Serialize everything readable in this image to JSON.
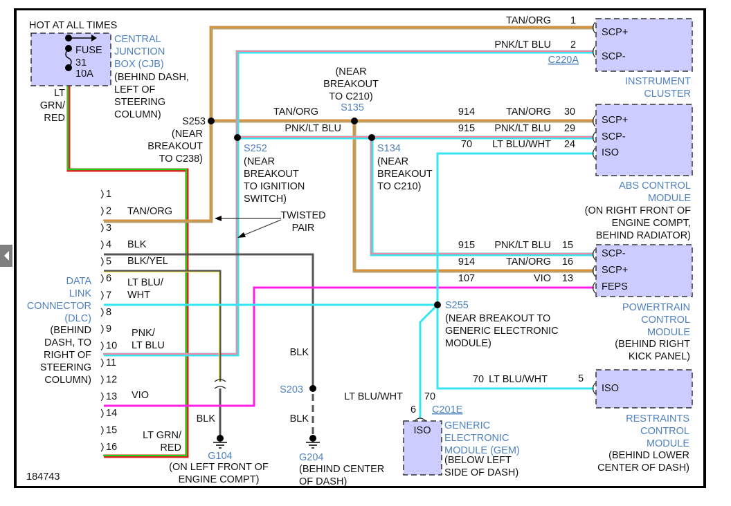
{
  "figure_id": "184743",
  "colors": {
    "tan_org": "#d9923a",
    "pnk": "#f08aa0",
    "lt_blu": "#33e6f0",
    "vio": "#ff1ee6",
    "blk": "#555555",
    "lt_grn": "#19d419",
    "red": "#dd2020",
    "yel": "#f2e640",
    "module_fill": "#ccccff",
    "label_blue": "#4f81bd"
  },
  "power": {
    "header": "HOT AT ALL TIMES",
    "fuse_label": "FUSE",
    "fuse_number": "31",
    "fuse_rating": "10A",
    "cjb_name": [
      "CENTRAL",
      "JUNCTION",
      "BOX (CJB)"
    ],
    "cjb_location": [
      "(BEHIND DASH,",
      "LEFT OF",
      "STEERING",
      "COLUMN)"
    ],
    "wire_color": [
      "LT",
      "GRN/",
      "RED"
    ]
  },
  "splices": {
    "s253": {
      "id": "S253",
      "note": [
        "(NEAR",
        "BREAKOUT",
        "TO C238)"
      ]
    },
    "s252": {
      "id": "S252",
      "note": [
        "(NEAR",
        "BREAKOUT",
        "TO IGNITION",
        "SWITCH)"
      ]
    },
    "s135": {
      "id": "S135",
      "note": [
        "(NEAR",
        "BREAKOUT",
        "TO C210)"
      ]
    },
    "s134": {
      "id": "S134",
      "note": [
        "(NEAR",
        "BREAKOUT",
        "TO C210)"
      ]
    },
    "s255": {
      "id": "S255",
      "note": [
        "(NEAR BREAKOUT TO",
        "GENERIC ELECTRONIC",
        "MODULE)"
      ]
    },
    "s203": {
      "id": "S203"
    }
  },
  "wire_labels": {
    "tan_org": "TAN/ORG",
    "pnk_lt_blu": "PNK/LT BLU",
    "lt_blu_wht": "LT BLU/WHT",
    "twisted_pair": [
      "TWISTED",
      "PAIR"
    ],
    "blk": "BLK"
  },
  "instrument_cluster": {
    "name": [
      "INSTRUMENT",
      "CLUSTER"
    ],
    "connector": "C220A",
    "pins": [
      {
        "signal": "SCP+",
        "pin": "1",
        "wire": "TAN/ORG",
        "circuit": ""
      },
      {
        "signal": "SCP-",
        "pin": "2",
        "wire": "PNK/LT BLU",
        "circuit": ""
      }
    ]
  },
  "abs_module": {
    "name": [
      "ABS CONTROL",
      "MODULE"
    ],
    "location": [
      "(ON RIGHT FRONT OF",
      "ENGINE COMPT,",
      "BEHIND RADIATOR)"
    ],
    "pins": [
      {
        "signal": "SCP+",
        "pin": "30",
        "wire": "TAN/ORG",
        "circuit": "914"
      },
      {
        "signal": "SCP-",
        "pin": "29",
        "wire": "PNK/LT BLU",
        "circuit": "915"
      },
      {
        "signal": "ISO",
        "pin": "24",
        "wire": "LT BLU/WHT",
        "circuit": "70"
      }
    ]
  },
  "pcm": {
    "name": [
      "POWERTRAIN",
      "CONTROL",
      "MODULE"
    ],
    "location": [
      "(BEHIND RIGHT",
      "KICK PANEL)"
    ],
    "pins": [
      {
        "signal": "SCP-",
        "pin": "15",
        "wire": "PNK/LT BLU",
        "circuit": "915"
      },
      {
        "signal": "SCP+",
        "pin": "16",
        "wire": "TAN/ORG",
        "circuit": "914"
      },
      {
        "signal": "FEPS",
        "pin": "13",
        "wire": "VIO",
        "circuit": "107"
      }
    ]
  },
  "rcm": {
    "name": [
      "RESTRAINTS",
      "CONTROL",
      "MODULE"
    ],
    "location": [
      "(BEHIND LOWER",
      "CENTER OF DASH)"
    ],
    "pins": [
      {
        "signal": "ISO",
        "pin": "5",
        "wire": "LT BLU/WHT",
        "circuit": "70"
      }
    ]
  },
  "gem": {
    "name": [
      "GENERIC",
      "ELECTRONIC",
      "MODULE (GEM)"
    ],
    "location": [
      "(BELOW LEFT",
      "SIDE OF DASH)"
    ],
    "connector": "C201E",
    "pin": "6",
    "circuit": "70",
    "signal": "ISO",
    "wire": "LT BLU/WHT"
  },
  "dlc": {
    "name": [
      "DATA",
      "LINK",
      "CONNECTOR",
      "(DLC)"
    ],
    "location": [
      "(BEHIND",
      "DASH, TO",
      "RIGHT OF",
      "STEERING",
      "COLUMN)"
    ],
    "pins": [
      "1",
      "2",
      "3",
      "4",
      "5",
      "6",
      "7",
      "8",
      "9",
      "10",
      "11",
      "12",
      "13",
      "14",
      "15",
      "16"
    ],
    "wire_labels": {
      "p2": "TAN/ORG",
      "p4": "BLK",
      "p5": "BLK/YEL",
      "p6_7": [
        "LT BLU/",
        "WHT"
      ],
      "p9_10": [
        "PNK/",
        "LT BLU"
      ],
      "p13": "VIO",
      "p16": [
        "LT GRN/",
        "RED"
      ]
    }
  },
  "grounds": {
    "g104": {
      "id": "G104",
      "wire": "BLK",
      "location": [
        "(ON LEFT FRONT OF",
        "ENGINE COMPT)"
      ]
    },
    "g204": {
      "id": "G204",
      "wire_upper": "BLK",
      "wire_lower": "BLK",
      "location": [
        "(BEHIND CENTER",
        "OF DASH)"
      ]
    }
  }
}
